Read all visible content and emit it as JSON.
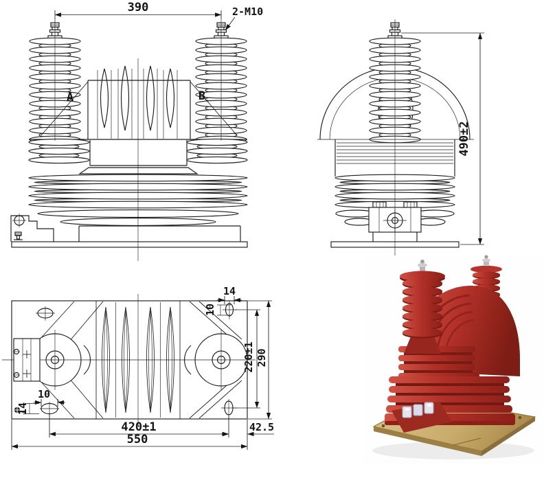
{
  "front_view": {
    "dim_terminal_spacing": "390",
    "terminal_thread_label": "2-M10",
    "section_label_a": "A",
    "section_label_b": "B"
  },
  "side_view": {
    "dim_overall_height": "490±2"
  },
  "plan_view": {
    "dim_top_slot_length": "14",
    "dim_top_slot_width": "10",
    "dim_mount_hole_vertical_span": "220±1",
    "dim_overall_depth": "290",
    "dim_bottom_slot_width": "10",
    "dim_bottom_slot_length": "14",
    "dim_mount_hole_horizontal_span": "420±1",
    "dim_overall_length": "550",
    "dim_slot_edge_offset": "42.5"
  },
  "colors": {
    "line": "#1c1c1c",
    "product_red": "#b23028",
    "product_red_dark": "#7e1d15",
    "base_gold": "#c9ab6b"
  }
}
